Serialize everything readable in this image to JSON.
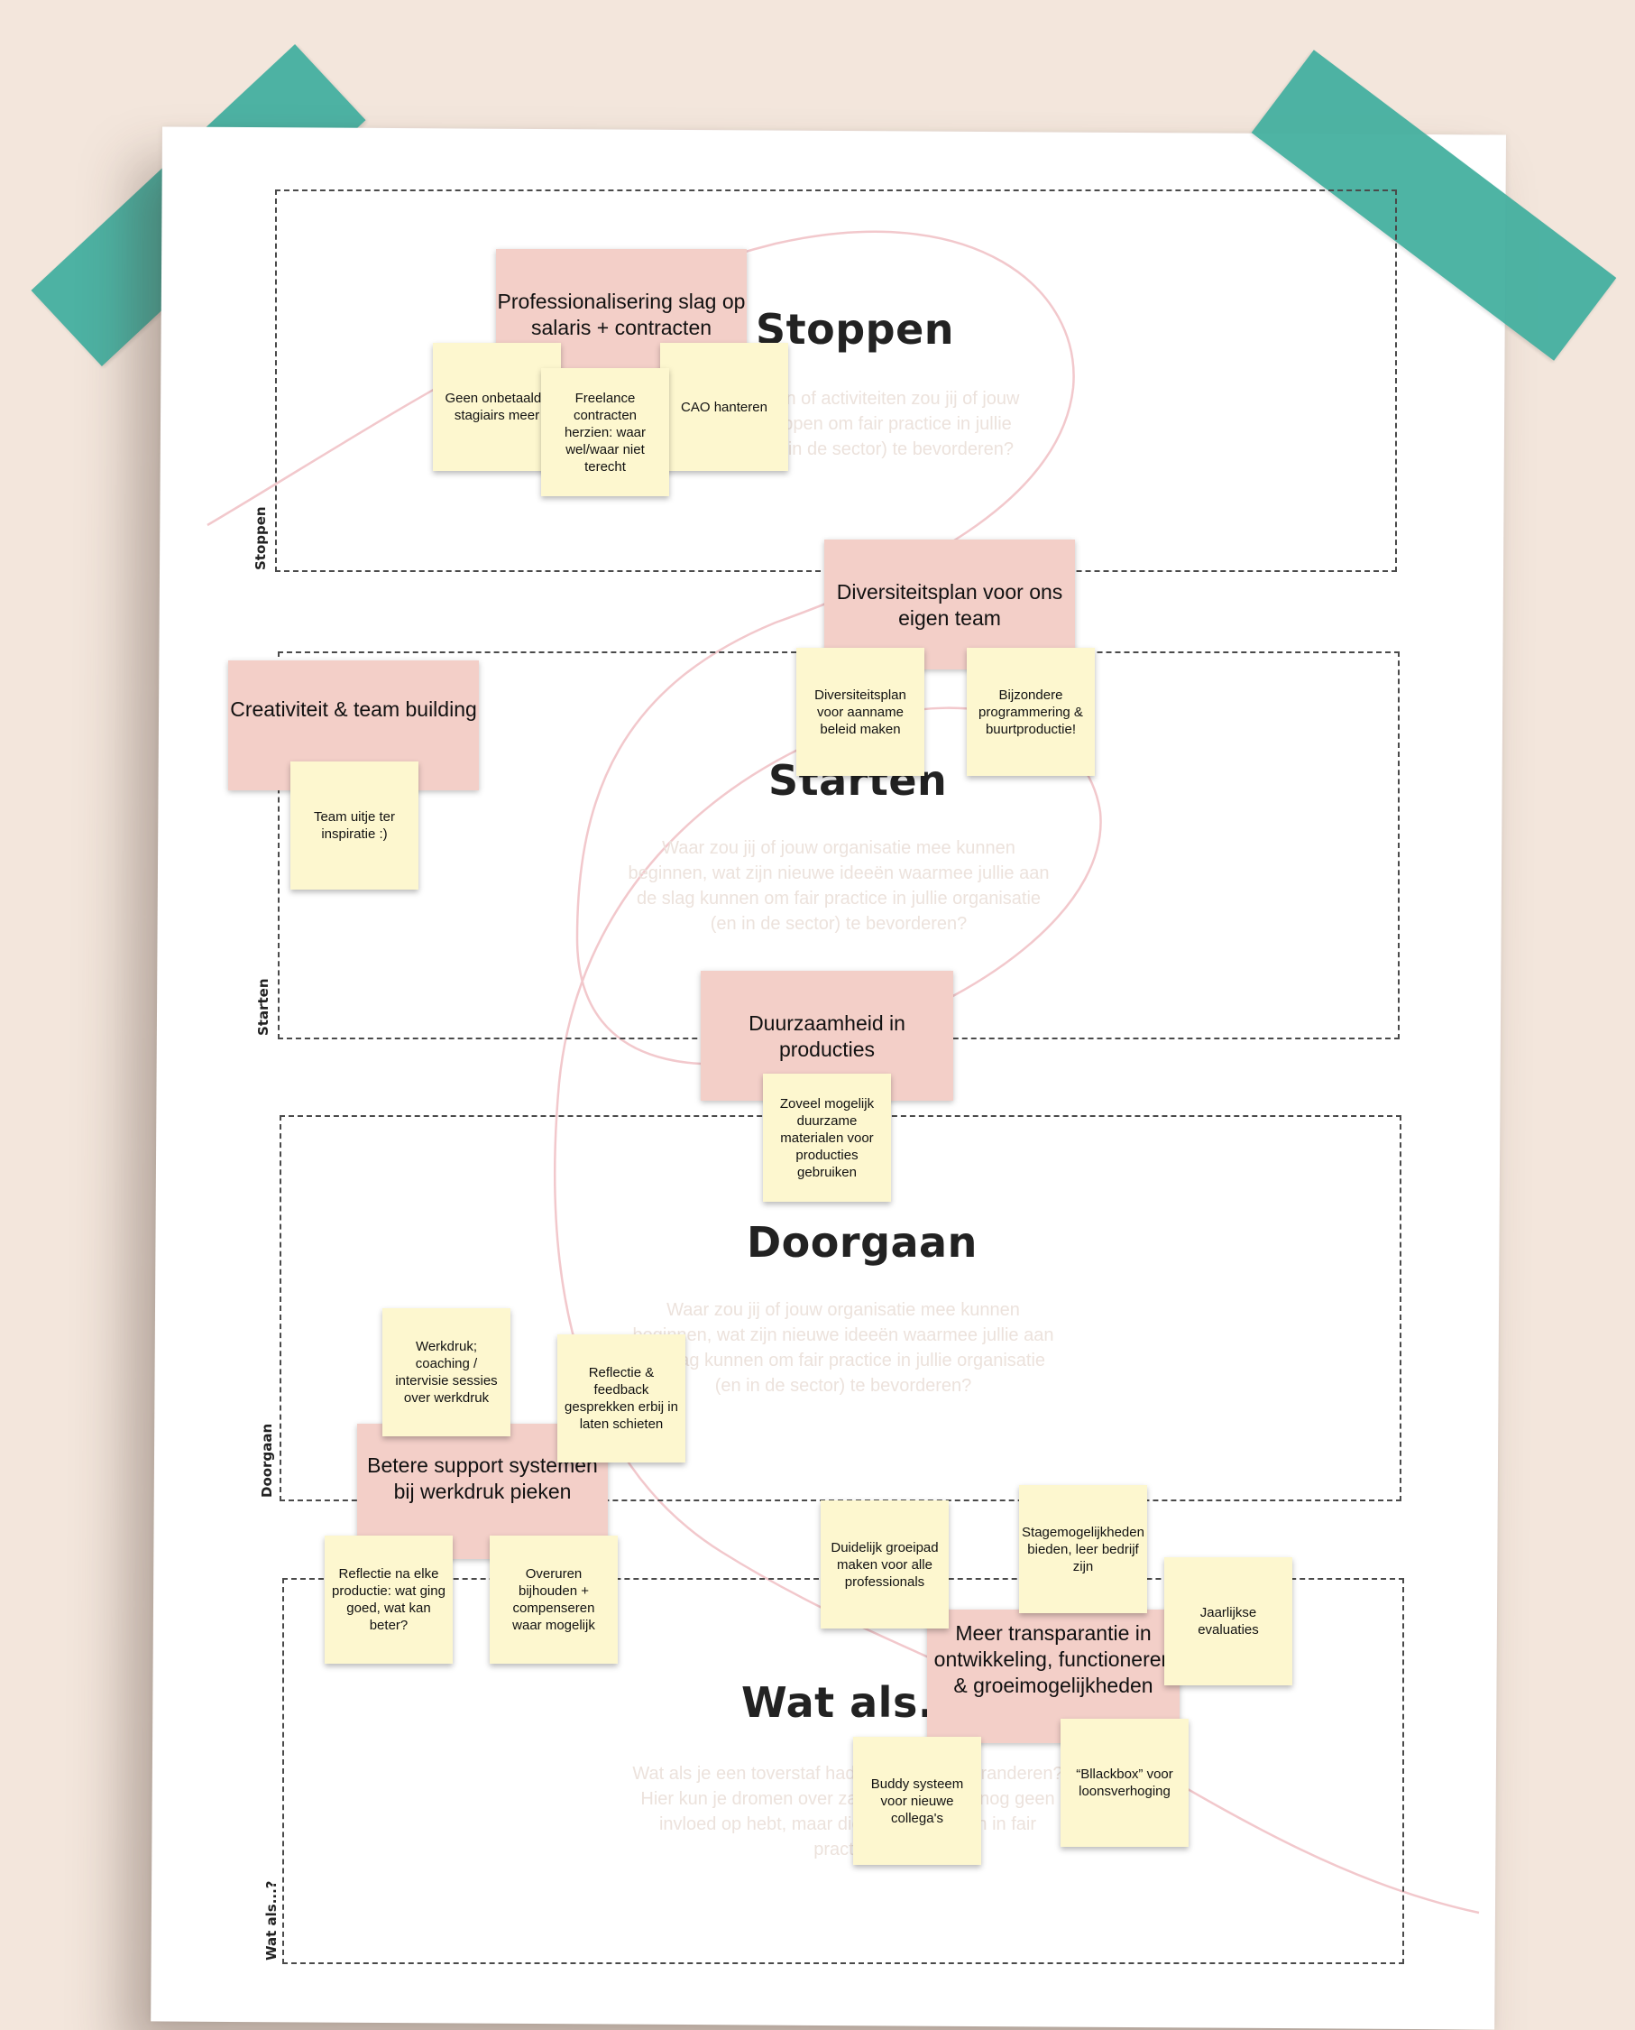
{
  "sections": {
    "stoppen": {
      "side_label": "Stoppen",
      "title": "Stoppen",
      "description": "Welke processen of activiteiten zou jij of jouw organisatie stoppen om fair practice in jullie organisatie (en in de sector) te bevorderen?"
    },
    "starten": {
      "side_label": "Starten",
      "title": "Starten",
      "description": "Waar zou jij of jouw organisatie mee kunnen beginnen, wat zijn nieuwe ideeën waarmee jullie aan de slag kunnen om fair practice in jullie organisatie (en in de sector) te bevorderen?"
    },
    "doorgaan": {
      "side_label": "Doorgaan",
      "title": "Doorgaan",
      "description": "Waar zou jij of jouw organisatie mee kunnen beginnen, wat zijn nieuwe ideeën waarmee jullie aan de slag kunnen om fair practice in jullie organisatie (en in de sector) te bevorderen?"
    },
    "wat_als": {
      "side_label": "Wat als...?",
      "title": "Wat als...?",
      "description": "Wat als je een toverstaf had en alles kon veranderen? Hier kun je dromen over zaken waar je nu nog geen invloed op hebt, maar die wel meespelen in fair practice."
    }
  },
  "pink_cards": [
    "Professionalisering slag op salaris + contracten",
    "Diversiteitsplan voor ons eigen team",
    "Creativiteit & team building",
    "Duurzaamheid in producties",
    "Betere support systemen bij werkdruk pieken",
    "Meer transparantie in ontwikkeling, functioneren & groeimogelijkheden"
  ],
  "yellow_notes": [
    "Geen onbetaalde stagiairs meer",
    "Freelance contracten herzien: waar wel/waar niet terecht",
    "CAO hanteren",
    "Diversiteitsplan voor aanname beleid maken",
    "Bijzondere programmering & buurtproductie!",
    "Team uitje ter inspiratie :)",
    "Zoveel mogelijk duurzame materialen voor producties gebruiken",
    "Werkdruk; coaching / intervisie sessies over werkdruk",
    "Reflectie & feedback gesprekken erbij in laten schieten",
    "Reflectie na elke productie: wat ging goed, wat kan beter?",
    "Overuren bijhouden + compenseren waar mogelijk",
    "Duidelijk groeipad maken voor alle professionals",
    "Stagemogelijkheden bieden, leer bedrijf zijn",
    "Jaarlijkse evaluaties",
    "Buddy systeem voor nieuwe collega's",
    "“Bllackbox” voor loonsverhoging"
  ],
  "colors": {
    "background": "#f3e6dc",
    "paper": "#ffffff",
    "tape": "#45b0a0",
    "pink_card": "#f3cfc8",
    "yellow_note": "#fdf7cf",
    "curve": "#f2c8cc"
  }
}
